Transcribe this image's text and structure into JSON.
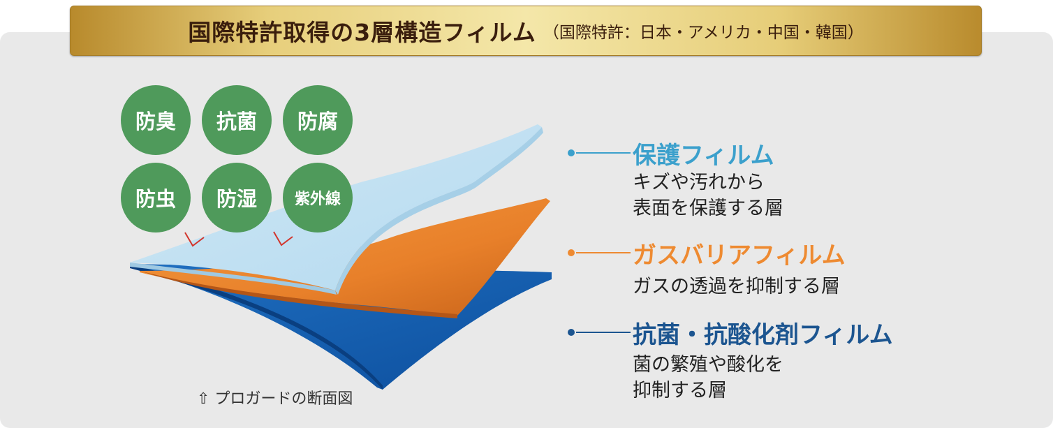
{
  "banner": {
    "title": "国際特許取得の3層構造フィルム",
    "subtitle": "（国際特許：日本・アメリカ・中国・韓国）"
  },
  "badges": [
    "防臭",
    "抗菌",
    "防腐",
    "防虫",
    "防湿",
    "紫外線"
  ],
  "caption": "⇧ プロガードの断面図",
  "layers": [
    {
      "title": "保護フィルム",
      "desc_lines": [
        "キズや汚れから",
        "表面を保護する層"
      ],
      "color": "#3ba0cc"
    },
    {
      "title": "ガスバリアフィルム",
      "desc_lines": [
        "ガスの透過を抑制する層"
      ],
      "color": "#ee8a31"
    },
    {
      "title": "抗菌・抗酸化剤フィルム",
      "desc_lines": [
        "菌の繁殖や酸化を",
        "抑制する層"
      ],
      "color": "#1c5590"
    }
  ]
}
